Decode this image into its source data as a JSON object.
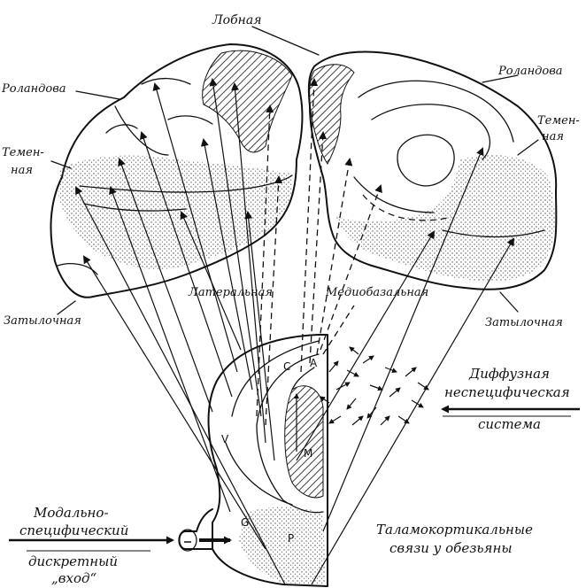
{
  "labels": {
    "frontal": "Лобная",
    "rolandic_left": "Роландова",
    "rolandic_right": "Роландова",
    "parietal_left_1": "Темен-",
    "parietal_left_2": "ная",
    "parietal_right_1": "Темен-",
    "parietal_right_2": "ная",
    "occipital_left": "Затылочная",
    "occipital_right": "Затылочная",
    "lateral": "Латеральная",
    "mediobasal": "Медиобазальная",
    "diffuse_1": "Диффузная",
    "diffuse_2": "неспецифическая",
    "diffuse_3": "система",
    "modal_1": "Модально-",
    "modal_2": "специфический",
    "modal_3": "дискретный",
    "modal_4": "„вход“",
    "caption_1": "Таламокортикальные",
    "caption_2": "связи у обезьяны"
  },
  "nuclei": {
    "c": "C",
    "a": "A",
    "v": "V",
    "m": "M",
    "g": "G",
    "p": "P"
  },
  "colors": {
    "ink": "#111111",
    "stipple": "#555555",
    "background": "#ffffff"
  }
}
